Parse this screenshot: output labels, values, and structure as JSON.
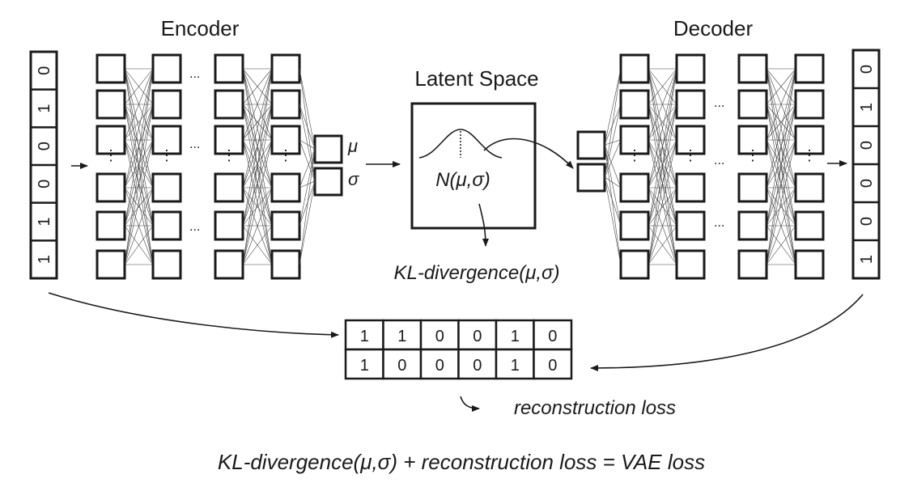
{
  "encoder_title": "Encoder",
  "decoder_title": "Decoder",
  "latent_title": "Latent Space",
  "latent_formula": "N(μ,σ)",
  "mu_label": "μ",
  "sigma_label": "σ",
  "ellipsis": "...",
  "kl_label": "KL-divergence(μ,σ)",
  "reconstruction_label": "reconstruction loss",
  "total_loss_equation": "KL-divergence(μ,σ) + reconstruction loss = VAE loss",
  "input_vector": [
    "0",
    "1",
    "0",
    "0",
    "1",
    "1"
  ],
  "output_vector": [
    "0",
    "1",
    "0",
    "0",
    "0",
    "1"
  ],
  "comparison_table": {
    "row_input": [
      "1",
      "1",
      "0",
      "0",
      "1",
      "0"
    ],
    "row_output": [
      "1",
      "0",
      "0",
      "0",
      "1",
      "0"
    ]
  }
}
